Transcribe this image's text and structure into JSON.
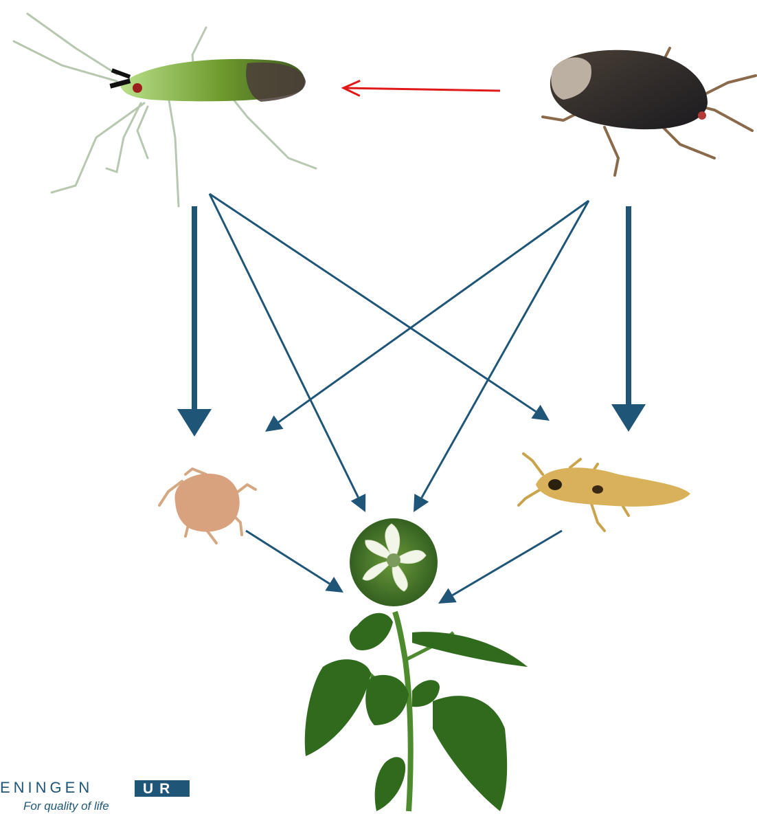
{
  "diagram": {
    "nodes": [
      {
        "id": "green-predator",
        "icon": "green-mirid-bug-photo"
      },
      {
        "id": "dark-predator",
        "icon": "black-pirate-bug-photo"
      },
      {
        "id": "aphid-prey",
        "icon": "tan-nymph-photo"
      },
      {
        "id": "thrips-prey",
        "icon": "yellow-thrips-photo"
      },
      {
        "id": "flower",
        "icon": "white-pepper-flower-photo"
      },
      {
        "id": "plant",
        "icon": "sweet-pepper-plant-photo"
      }
    ],
    "edges": [
      {
        "from": "dark-predator",
        "to": "green-predator",
        "kind": "intraguild",
        "color": "#e01818"
      },
      {
        "from": "green-predator",
        "to": "aphid-prey",
        "kind": "strong",
        "color": "#1f5677"
      },
      {
        "from": "green-predator",
        "to": "flower",
        "kind": "weak",
        "color": "#1f5677"
      },
      {
        "from": "green-predator",
        "to": "thrips-prey",
        "kind": "weak",
        "color": "#1f5677"
      },
      {
        "from": "dark-predator",
        "to": "aphid-prey",
        "kind": "weak",
        "color": "#1f5677"
      },
      {
        "from": "dark-predator",
        "to": "flower",
        "kind": "weak",
        "color": "#1f5677"
      },
      {
        "from": "dark-predator",
        "to": "thrips-prey",
        "kind": "strong",
        "color": "#1f5677"
      },
      {
        "from": "aphid-prey",
        "to": "plant",
        "kind": "weak",
        "color": "#1f5677"
      },
      {
        "from": "thrips-prey",
        "to": "plant",
        "kind": "weak",
        "color": "#1f5677"
      }
    ]
  },
  "logo": {
    "word": "ENINGEN",
    "box_text": "UR",
    "tagline": "For quality of life",
    "color": "#1f5677"
  }
}
